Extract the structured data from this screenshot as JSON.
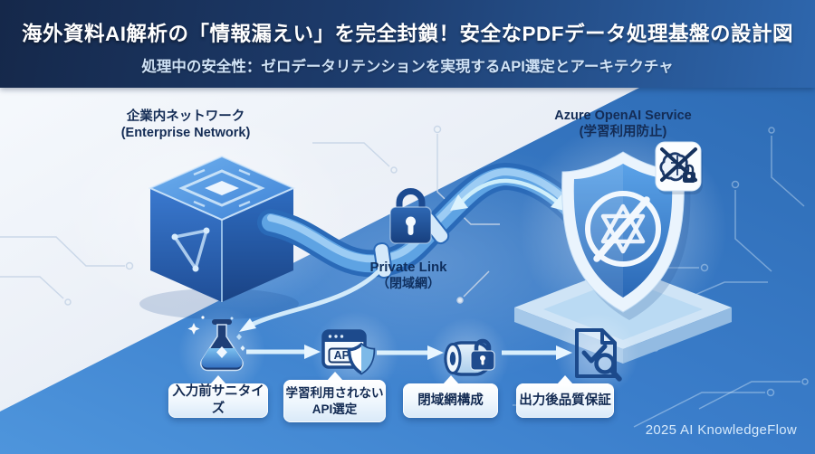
{
  "header": {
    "title": "海外資料AI解析の「情報漏えい」を完全封鎖！安全なPDFデータ処理基盤の設計図",
    "subtitle": "処理中の安全性：ゼロデータリテンションを実現するAPI選定とアーキテクチャ"
  },
  "nodes": {
    "enterprise": {
      "title": "企業内ネットワーク",
      "subtitle": "(Enterprise Network)"
    },
    "azure": {
      "title": "Azure OpenAI Service",
      "subtitle": "(学習利用防止)"
    },
    "private_link": {
      "title": "Private Link",
      "subtitle": "（閉域網）"
    }
  },
  "steps": [
    {
      "id": "input-sanitize",
      "label": "入力前サニタイズ",
      "icon": "flask-sanitize-icon"
    },
    {
      "id": "api-selection",
      "label": "学習利用されない\nAPI選定",
      "icon": "api-shield-icon"
    },
    {
      "id": "closed-network",
      "label": "閉域網構成",
      "icon": "pipe-lock-icon"
    },
    {
      "id": "output-qa",
      "label": "出力後品質保証",
      "icon": "document-check-icon"
    }
  ],
  "icons": {
    "api_window_label": "API"
  },
  "footer": {
    "credit": "2025 AI KnowledgeFlow"
  },
  "colors": {
    "header_gradient": [
      "#15284a",
      "#1d3c6d",
      "#2e67ae"
    ],
    "blue_region": [
      "#4e95dc",
      "#2e6cb5"
    ],
    "light_region": "#eef2f8",
    "navy_text": "#122a52",
    "icon_navy": "#1d4a8c",
    "pipe_blue": "#2a6ab8",
    "arrow_light": "#d9effc"
  }
}
